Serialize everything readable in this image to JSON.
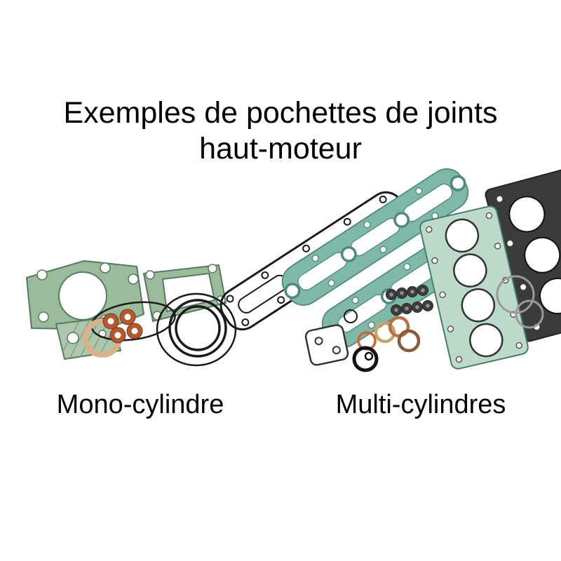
{
  "title": {
    "line1": "Exemples de pochettes de joints",
    "line2": "haut-moteur"
  },
  "captions": {
    "mono": "Mono-cylindre",
    "multi": "Multi-cylindres"
  },
  "illustration": {
    "left_group": "mono-cylinder-gasket-set",
    "right_group": "multi-cylinder-gasket-set"
  },
  "colors": {
    "page-bg": "#ffffff",
    "title-text": "#000000",
    "gasket-green": "#9cba9c",
    "gasket-green-dark": "#557a5f",
    "gasket-teal": "#7fb7a9",
    "gasket-teal-dark": "#4e8a7c",
    "head-gasket-pale": "#bcd9c9",
    "head-gasket-dark": "#3b3b3b",
    "copper": "#b5582f",
    "tan": "#d6b38c",
    "ring-black": "#1a1a1a"
  }
}
